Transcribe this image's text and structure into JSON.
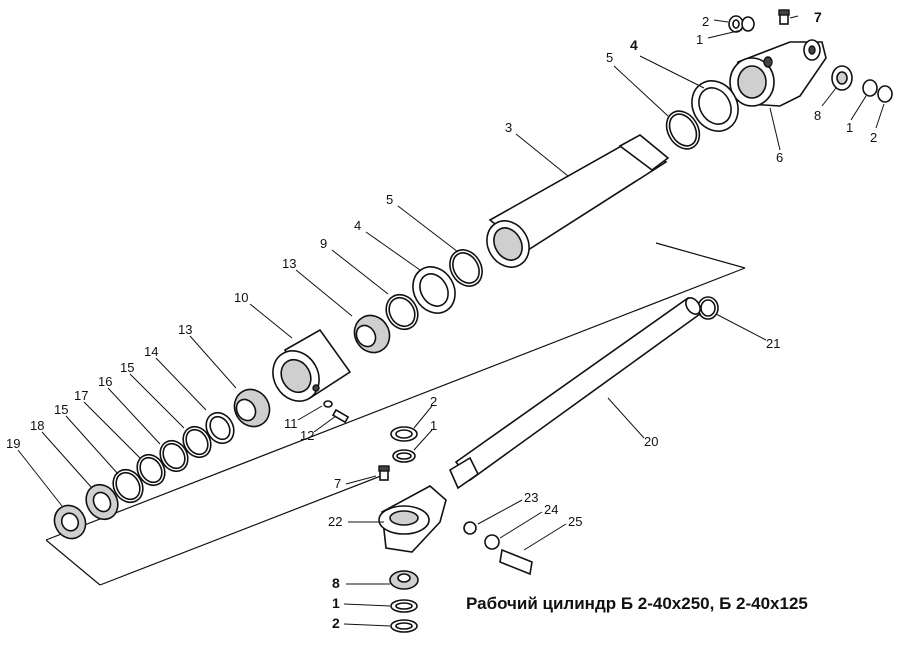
{
  "caption": "Рабочий цилиндр Б 2-40x250, Б 2-40x125",
  "labels": {
    "p1a": "1",
    "p2a": "2",
    "p7a": "7",
    "p8a": "8",
    "p1b": "1",
    "p2b": "2",
    "p4a": "4",
    "p5a": "5",
    "p6": "6",
    "p3": "3",
    "p5b": "5",
    "p4b": "4",
    "p9": "9",
    "p13a": "13",
    "p10": "10",
    "p13b": "13",
    "p14": "14",
    "p15a": "15",
    "p16": "16",
    "p17": "17",
    "p15b": "15",
    "p18": "18",
    "p19": "19",
    "p11": "11",
    "p12": "12",
    "p21": "21",
    "p20": "20",
    "p2c": "2",
    "p1c": "1",
    "p7b": "7",
    "p22": "22",
    "p23": "23",
    "p24": "24",
    "p25": "25",
    "p8b": "8",
    "p1d": "1",
    "p2d": "2"
  }
}
